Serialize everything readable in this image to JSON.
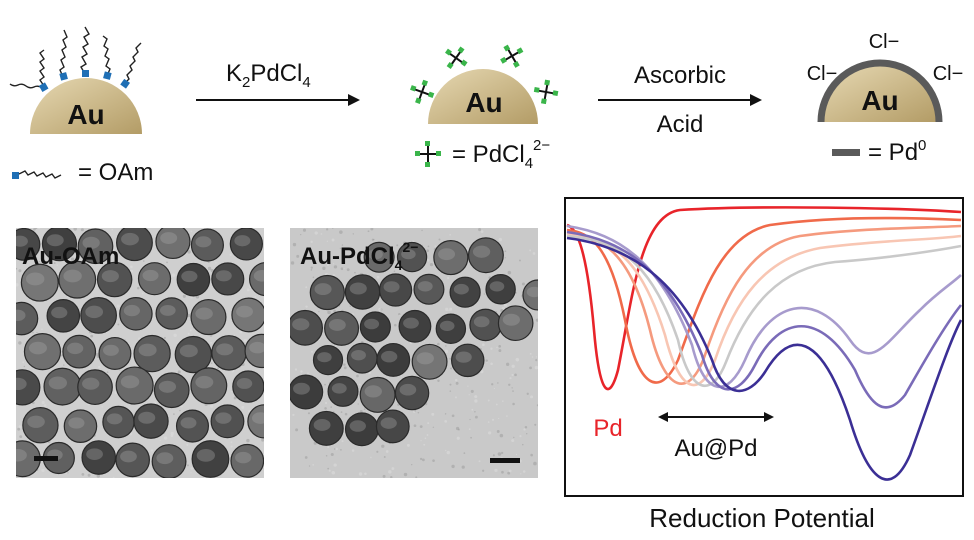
{
  "scheme": {
    "particle_label": "Au",
    "step1_reagent": "K",
    "step1_reagent_sub": "2",
    "step1_reagent_mid": "PdCl",
    "step1_reagent_sub2": "4",
    "step2_reagent_line1": "Ascorbic",
    "step2_reagent_line2": "Acid",
    "legend_oam": "= OAm",
    "legend_pdcl4_main": "= PdCl",
    "legend_pdcl4_sub": "4",
    "legend_pdcl4_sup": "2−",
    "legend_pd0_main": "= Pd",
    "legend_pd0_sup": "0",
    "chloride_label": "Cl−",
    "colors": {
      "gold": "#cdb88a",
      "ligand_blue": "#1f6fb5",
      "cl_green": "#3ab54a",
      "pd_shell": "#5a5a5a"
    }
  },
  "micrographs": {
    "left_label": "Au-OAm",
    "right_label_main": "Au-PdCl",
    "right_label_sub": "4",
    "right_label_sup": "2−"
  },
  "chart": {
    "xlabel": "Reduction Potential",
    "pd_label": "Pd",
    "aupd_label": "Au@Pd",
    "colors": {
      "pd": "#e8242a",
      "series_light": [
        "#f06a4a",
        "#f59a7e",
        "#f8c6b3",
        "#c9c9c9",
        "#a79bcd",
        "#7a6bb8",
        "#3b2f95"
      ]
    }
  }
}
